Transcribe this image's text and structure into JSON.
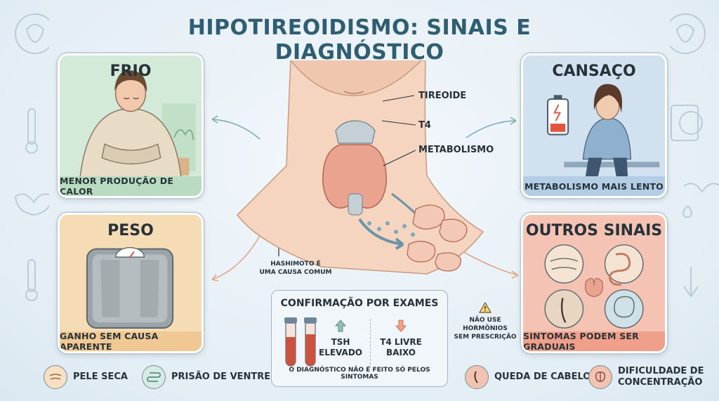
{
  "title": "HIPOTIREOIDISMO: SINAIS E DIAGNÓSTICO",
  "cards": {
    "frio": {
      "title": "FRIO",
      "caption": "MENOR PRODUÇÃO DE CALOR"
    },
    "cansaco": {
      "title": "CANSAÇO",
      "caption": "METABOLISMO MAIS LENTO"
    },
    "peso": {
      "title": "PESO",
      "caption": "GANHO SEM CAUSA APARENTE"
    },
    "outros": {
      "title": "OUTROS SINAIS",
      "caption": "SINTOMAS PODEM SER GRADUAIS"
    }
  },
  "anatomy": {
    "labels": [
      "TIREOIDE",
      "T4",
      "METABOLISMO"
    ],
    "hashimoto": [
      "HASHIMOTO É",
      "UMA CAUSA COMUM"
    ]
  },
  "exams": {
    "title": "CONFIRMAÇÃO POR EXAMES",
    "tsh": [
      "TSH",
      "ELEVADO"
    ],
    "t4": [
      "T4 LIVRE",
      "BAIXO"
    ],
    "footnote": "O DIAGNÓSTICO NÃO É FEITO SÓ PELOS SINTOMAS"
  },
  "warning": [
    "NÃO USE HORMÔNIOS",
    "SEM PRESCRIÇÃO"
  ],
  "bottom": [
    {
      "label": "PELE SECA",
      "icon": "dry-skin-icon"
    },
    {
      "label": "PRISÃO DE VENTRE",
      "icon": "intestine-icon"
    },
    {
      "label": "QUEDA DE CABELO",
      "icon": "hair-icon"
    },
    {
      "label_lines": [
        "DIFICULDADE DE",
        "CONCENTRAÇÃO"
      ],
      "icon": "brain-icon"
    }
  ],
  "colors": {
    "title": "#2f5d72",
    "frio": "#d4ead8",
    "cansaco": "#d2e1ef",
    "peso": "#f6dcb4",
    "outros": "#f5c3b3",
    "thyroid": "#e9a38f"
  }
}
